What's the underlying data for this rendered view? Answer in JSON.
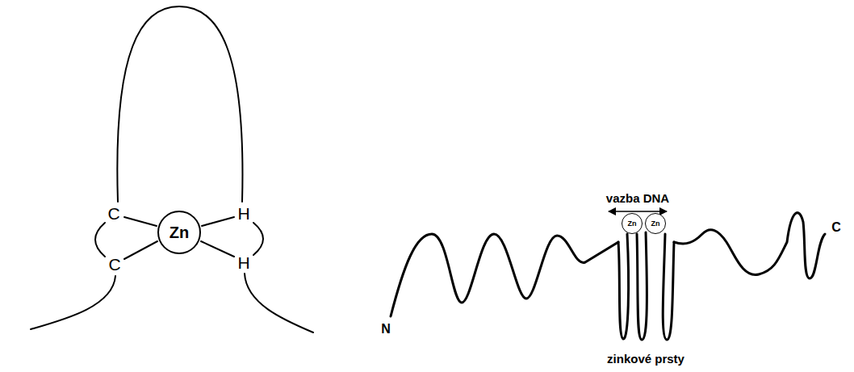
{
  "diagram": {
    "nodes": [
      {
        "text": [
          "Zn"
        ]
      },
      {
        "text": [
          "Zn"
        ]
      },
      {
        "text": [
          "Zn"
        ]
      }
    ],
    "labels": [
      "C",
      "H",
      "C",
      "H",
      "vazba DNA",
      "N",
      "C",
      "zinkové prsty"
    ]
  }
}
